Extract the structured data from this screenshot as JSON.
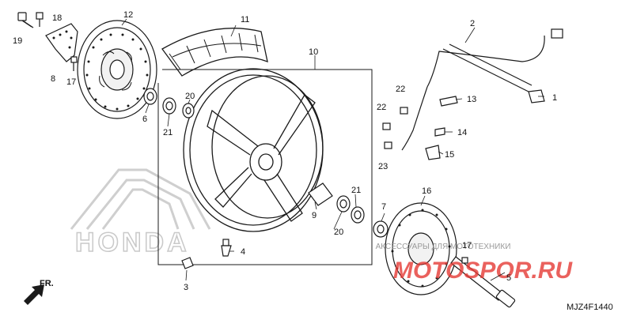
{
  "diagram": {
    "code": "MJZ4F1440",
    "direction_label": "FR.",
    "brand_watermark": "HONDA",
    "shop_watermark_caption": "АКСЕССУАРЫ ДЛЯ МОТОТЕХНИКИ",
    "shop_watermark_brand": "MOTOSPOR.RU",
    "callouts": [
      "1",
      "2",
      "3",
      "4",
      "5",
      "6",
      "7",
      "8",
      "9",
      "10",
      "11",
      "12",
      "13",
      "14",
      "15",
      "16",
      "17",
      "18",
      "19",
      "20",
      "21",
      "22",
      "23"
    ],
    "callouts_repeat": [
      "17",
      "20",
      "21",
      "22"
    ]
  },
  "colors": {
    "line": "#1a1a1a",
    "watermark_gray": "#c9c9c9",
    "watermark_red": "#e53935"
  }
}
